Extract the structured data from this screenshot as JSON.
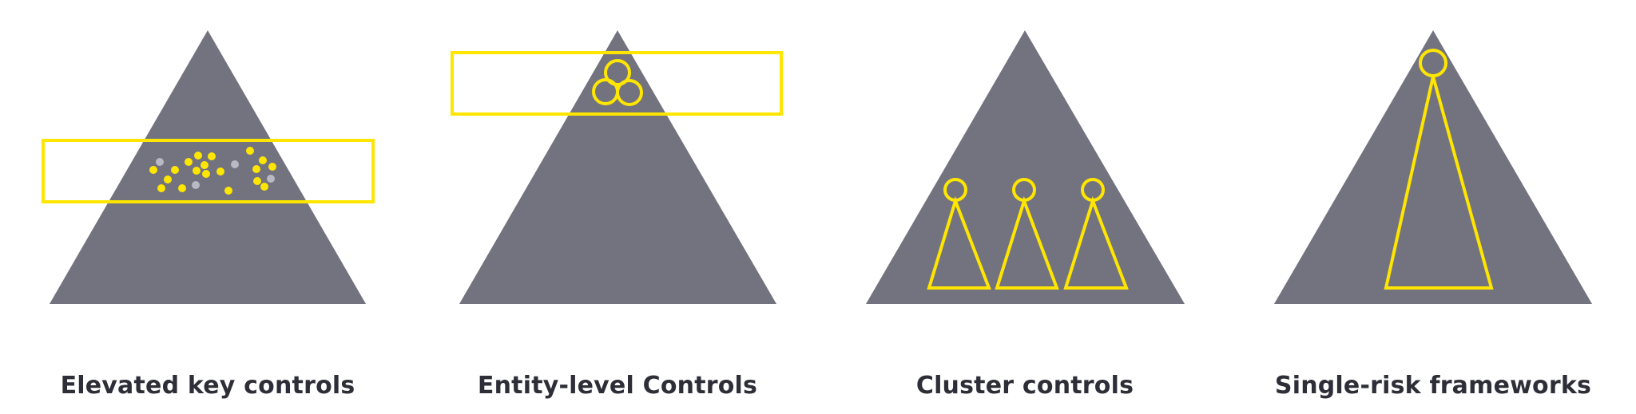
{
  "colors": {
    "pyramid": "#737380",
    "accent": "#ffe600",
    "muted_dot": "#b9b9c4",
    "text": "#2e2e38",
    "background": "#ffffff"
  },
  "panels": [
    {
      "id": "elevated-key-controls",
      "label": "Elevated key controls",
      "motif": "band-with-scattered-dots",
      "dots": {
        "accent_count": 19,
        "muted_count": 4
      }
    },
    {
      "id": "entity-level-controls",
      "label": "Entity-level Controls",
      "motif": "band-at-apex-with-three-overlapping-circles",
      "circle_count": 3
    },
    {
      "id": "cluster-controls",
      "label": "Cluster controls",
      "motif": "three-small-pyramid-figures",
      "figure_count": 3
    },
    {
      "id": "single-risk-frameworks",
      "label": "Single-risk frameworks",
      "motif": "one-tall-pyramid-figure",
      "figure_count": 1
    }
  ]
}
